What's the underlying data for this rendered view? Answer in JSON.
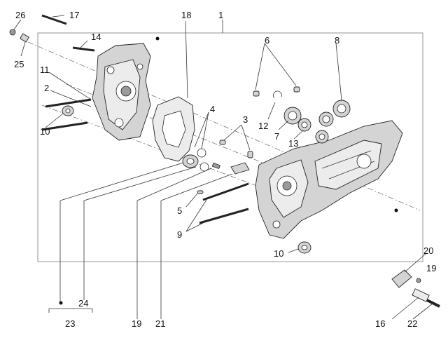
{
  "labels": {
    "l1": "1",
    "l2": "2",
    "l3": "3",
    "l4": "4",
    "l5": "5",
    "l6": "6",
    "l7": "7",
    "l8": "8",
    "l9": "9",
    "l10a": "10",
    "l10b": "10",
    "l11": "11",
    "l12": "12",
    "l13": "13",
    "l14": "14",
    "l16": "16",
    "l17": "17",
    "l18": "18",
    "l19a": "19",
    "l19b": "19",
    "l20": "20",
    "l21": "21",
    "l22": "22",
    "l23": "23",
    "l24": "24",
    "l25": "25",
    "l26": "26"
  },
  "colors": {
    "line": "#333333",
    "part_fill": "#d4d4d4",
    "frame": "#888888"
  }
}
